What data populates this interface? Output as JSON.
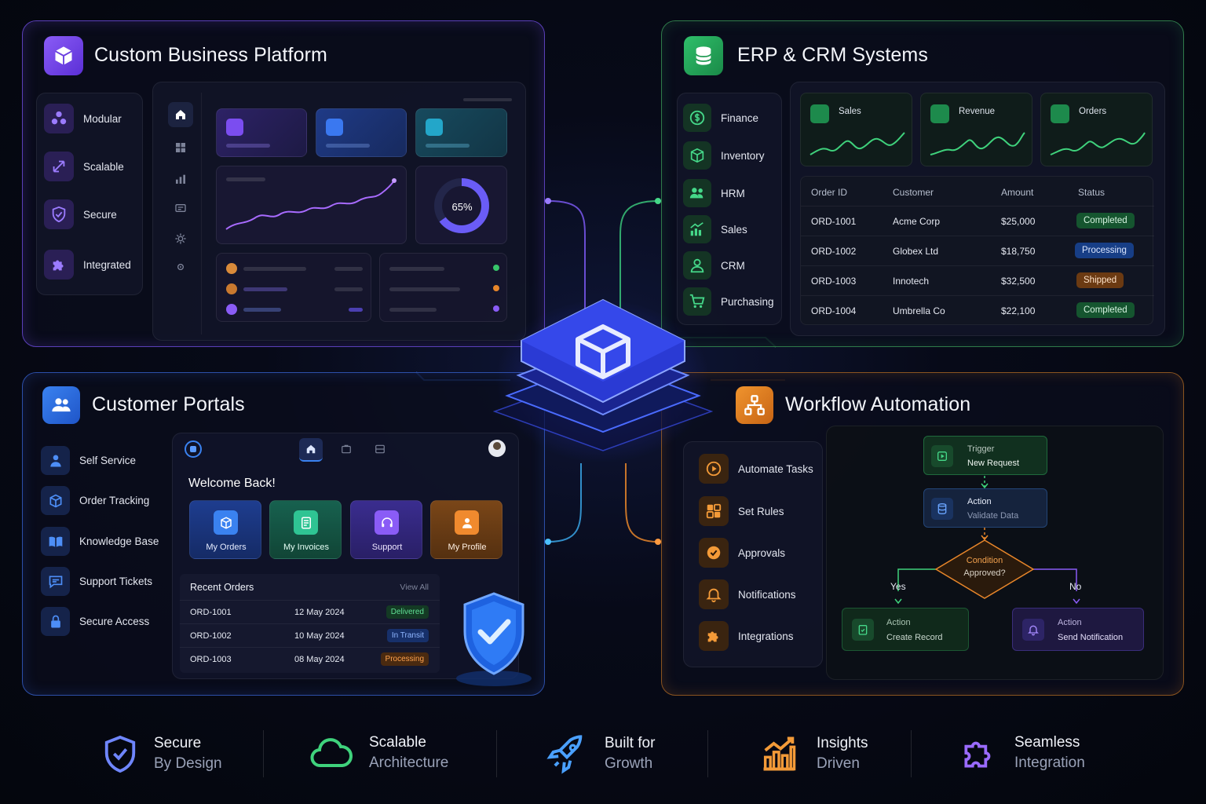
{
  "colors": {
    "purple": "#7b4df0",
    "green": "#2fb468",
    "blue": "#2f6fe6",
    "orange": "#e8862a"
  },
  "platform": {
    "title": "Custom Business Platform",
    "items": [
      {
        "label": "Modular",
        "icon": "modular-icon"
      },
      {
        "label": "Scalable",
        "icon": "scale-arrow-icon"
      },
      {
        "label": "Secure",
        "icon": "shield-icon"
      },
      {
        "label": "Integrated",
        "icon": "puzzle-icon"
      }
    ],
    "donut_label": "65%",
    "donut_value": 65
  },
  "erp": {
    "title": "ERP & CRM Systems",
    "items": [
      {
        "label": "Finance"
      },
      {
        "label": "Inventory"
      },
      {
        "label": "HRM"
      },
      {
        "label": "Sales"
      },
      {
        "label": "CRM"
      },
      {
        "label": "Purchasing"
      }
    ],
    "kpis": [
      {
        "label": "Sales"
      },
      {
        "label": "Revenue"
      },
      {
        "label": "Orders"
      }
    ],
    "table": {
      "headers": [
        "Order ID",
        "Customer",
        "Amount",
        "Status"
      ],
      "rows": [
        {
          "id": "ORD-1001",
          "customer": "Acme Corp",
          "amount": "$25,000",
          "status": "Completed",
          "color": "#2fb468"
        },
        {
          "id": "ORD-1002",
          "customer": "Globex Ltd",
          "amount": "$18,750",
          "status": "Processing",
          "color": "#2f6fe6"
        },
        {
          "id": "ORD-1003",
          "customer": "Innotech",
          "amount": "$32,500",
          "status": "Shipped",
          "color": "#e8862a"
        },
        {
          "id": "ORD-1004",
          "customer": "Umbrella Co",
          "amount": "$22,100",
          "status": "Completed",
          "color": "#2fb468"
        }
      ]
    }
  },
  "portal": {
    "title": "Customer Portals",
    "items": [
      {
        "label": "Self Service"
      },
      {
        "label": "Order Tracking"
      },
      {
        "label": "Knowledge Base"
      },
      {
        "label": "Support Tickets"
      },
      {
        "label": "Secure Access"
      }
    ],
    "welcome": "Welcome Back!",
    "tiles": [
      {
        "label": "My Orders"
      },
      {
        "label": "My Invoices"
      },
      {
        "label": "Support"
      },
      {
        "label": "My Profile"
      }
    ],
    "recent_title": "Recent Orders",
    "view_all": "View All",
    "orders": [
      {
        "id": "ORD-1001",
        "date": "12 May 2024",
        "status": "Delivered"
      },
      {
        "id": "ORD-1002",
        "date": "10 May 2024",
        "status": "In Transit"
      },
      {
        "id": "ORD-1003",
        "date": "08 May 2024",
        "status": "Processing"
      }
    ]
  },
  "workflow": {
    "title": "Workflow Automation",
    "items": [
      {
        "label": "Automate Tasks"
      },
      {
        "label": "Set Rules"
      },
      {
        "label": "Approvals"
      },
      {
        "label": "Notifications"
      },
      {
        "label": "Integrations"
      }
    ],
    "trigger": {
      "kind": "Trigger",
      "label": "New Request"
    },
    "validate": {
      "kind": "Action",
      "label": "Validate Data"
    },
    "condition": {
      "line1": "Condition",
      "line2": "Approved?"
    },
    "yes": "Yes",
    "no": "No",
    "create": {
      "kind": "Action",
      "label": "Create Record"
    },
    "notify": {
      "kind": "Action",
      "label": "Send Notification"
    }
  },
  "features": [
    {
      "line1": "Secure",
      "line2": "By Design"
    },
    {
      "line1": "Scalable",
      "line2": "Architecture"
    },
    {
      "line1": "Built for",
      "line2": "Growth"
    },
    {
      "line1": "Insights",
      "line2": "Driven"
    },
    {
      "line1": "Seamless",
      "line2": "Integration"
    }
  ]
}
